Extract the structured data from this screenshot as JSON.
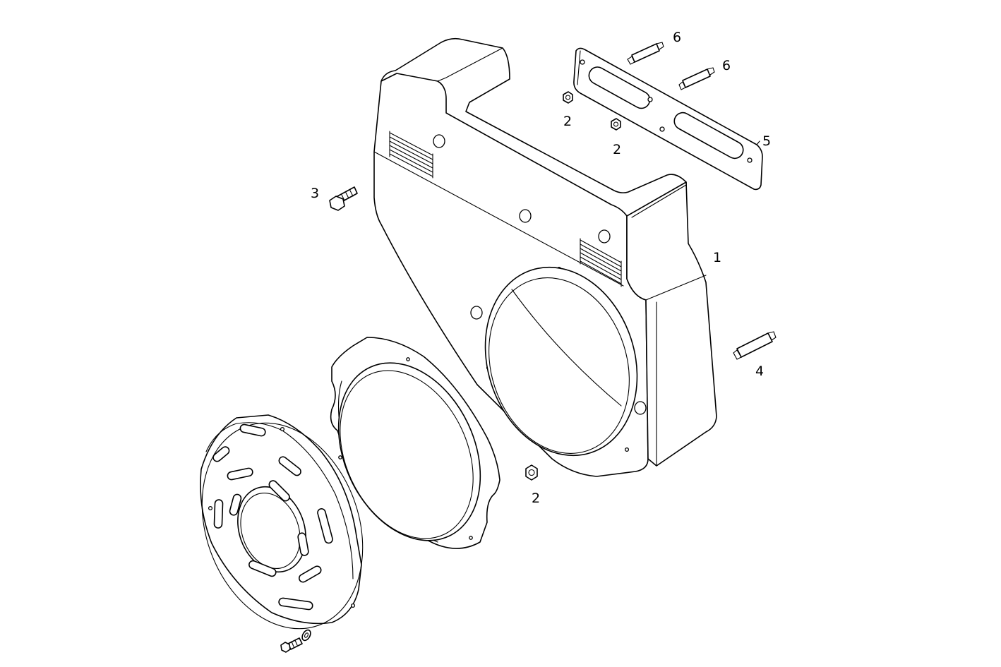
{
  "callouts": {
    "housing": "1",
    "nut_upper_a": "2",
    "nut_upper_b": "2",
    "nut_lower": "2",
    "bolt": "3",
    "stud_right": "4",
    "bracket": "5",
    "stud_upper_a": "6",
    "stud_upper_b": "6"
  },
  "colors": {
    "line": "#000000",
    "background": "#ffffff"
  }
}
